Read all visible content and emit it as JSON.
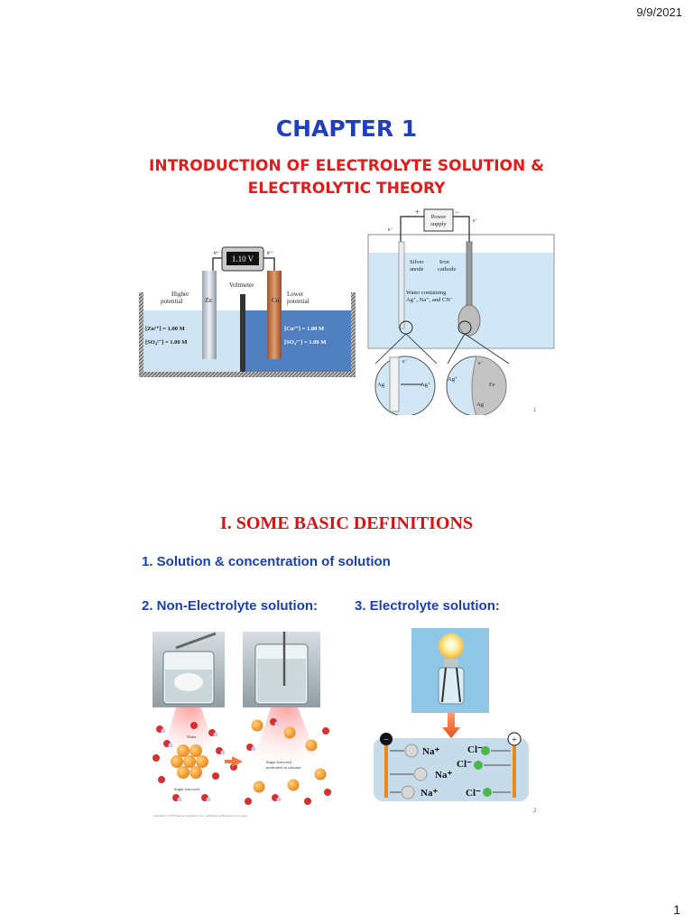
{
  "header": {
    "date": "9/9/2021"
  },
  "slide1": {
    "title": "CHAPTER 1",
    "subtitle_line1": "INTRODUCTION OF ELECTROLYTE SOLUTION &",
    "subtitle_line2": "ELECTROLYTIC THEORY",
    "slide_number": "1",
    "galvanic_cell": {
      "voltmeter_reading": "1.10 V",
      "voltmeter_label": "Voltmeter",
      "electron_left": "e−",
      "electron_right": "e−",
      "higher_line1": "Higher",
      "higher_line2": "potential",
      "lower_line1": "Lower",
      "lower_line2": "potential",
      "zn_label": "Zn",
      "cu_label": "Cu",
      "zn_conc": "[Zn²⁺] = 1.00 M",
      "so4_left": "[SO₄²⁻] = 1.00 M",
      "cu_conc": "[Cu²⁺] = 1.00 M",
      "so4_right": "[SO₄²⁻] = 1.00 M"
    },
    "electrolysis_cell": {
      "power_line1": "Power",
      "power_line2": "supply",
      "plus": "+",
      "minus": "−",
      "e_left": "e⁻",
      "e_right": "e⁻",
      "silver_line1": "Silver",
      "silver_line2": "anode",
      "iron_line1": "Iron",
      "iron_line2": "cathode",
      "water_line1": "Water containing",
      "water_line2": "Ag⁺, Na⁺, and CN⁻",
      "inset_left_ag": "Ag",
      "inset_left_agplus": "Ag⁺",
      "inset_left_e": "e⁻",
      "inset_right_agplus": "Ag⁺",
      "inset_right_fe": "Fe",
      "inset_right_ag": "Ag",
      "inset_right_e": "e⁻"
    }
  },
  "slide2": {
    "heading": "I. SOME BASIC DEFINITIONS",
    "def1": "1. Solution & concentration of solution",
    "def2": "2. Non-Electrolyte solution:",
    "def3": "3. Electrolyte solution:",
    "slide_number": "2",
    "sugar": {
      "water_label": "Water",
      "sugar_label": "Sugar (sucrose)",
      "molecules_line1": "Sugar (sucrose)",
      "molecules_line2": "molecules in solution",
      "copyright": "Copyright © 2007 Pearson Education, Inc., publishing as Benjamin Cummings"
    },
    "ions": {
      "na1": "Na⁺",
      "na2": "Na⁺",
      "na3": "Na⁺",
      "cl1": "Cl⁻",
      "cl2": "Cl⁻",
      "cl3": "Cl⁻",
      "neg": "−",
      "pos": "+"
    }
  },
  "footer": {
    "page_number": "1"
  }
}
